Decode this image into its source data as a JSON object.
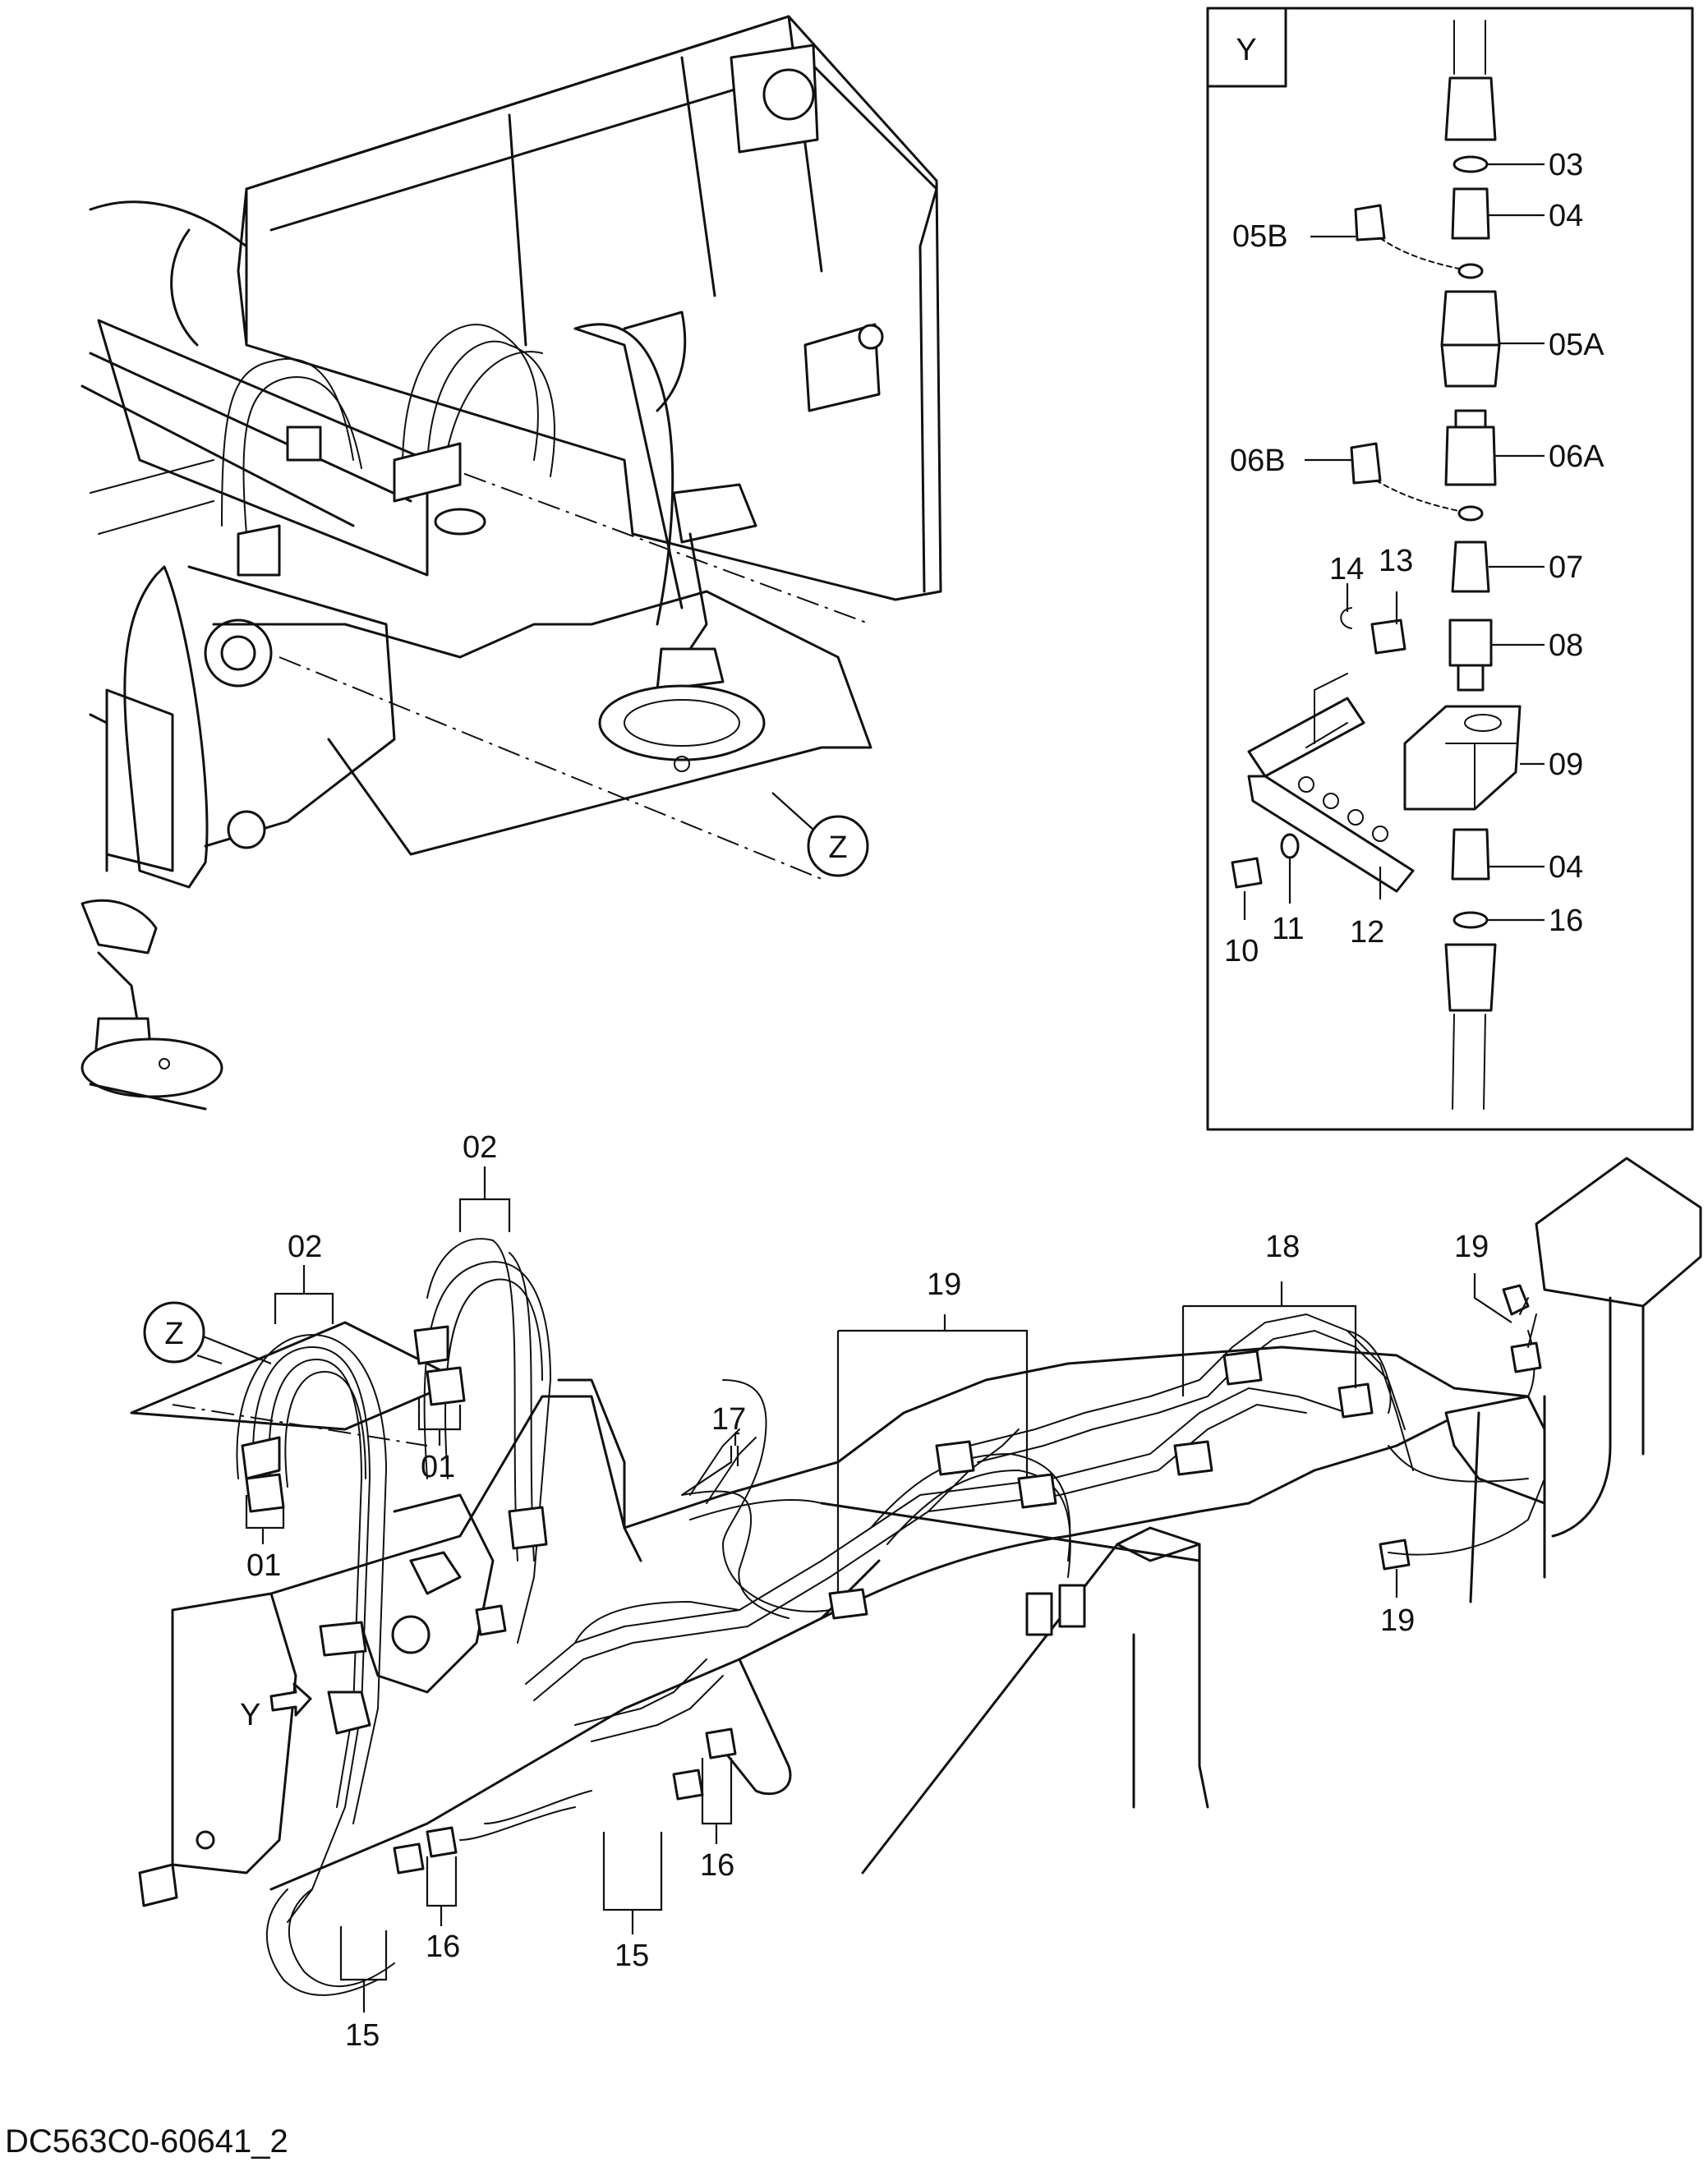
{
  "drawing_code": "DC563C0-60641_2",
  "views": {
    "y": "Y",
    "z": "Z"
  },
  "callouts": {
    "c01": "01",
    "c02": "02",
    "c03": "03",
    "c04": "04",
    "c05A": "05A",
    "c05B": "05B",
    "c06A": "06A",
    "c06B": "06B",
    "c07": "07",
    "c08": "08",
    "c09": "09",
    "c10": "10",
    "c11": "11",
    "c12": "12",
    "c13": "13",
    "c14": "14",
    "c15": "15",
    "c16": "16",
    "c17": "17",
    "c18": "18",
    "c19": "19"
  }
}
